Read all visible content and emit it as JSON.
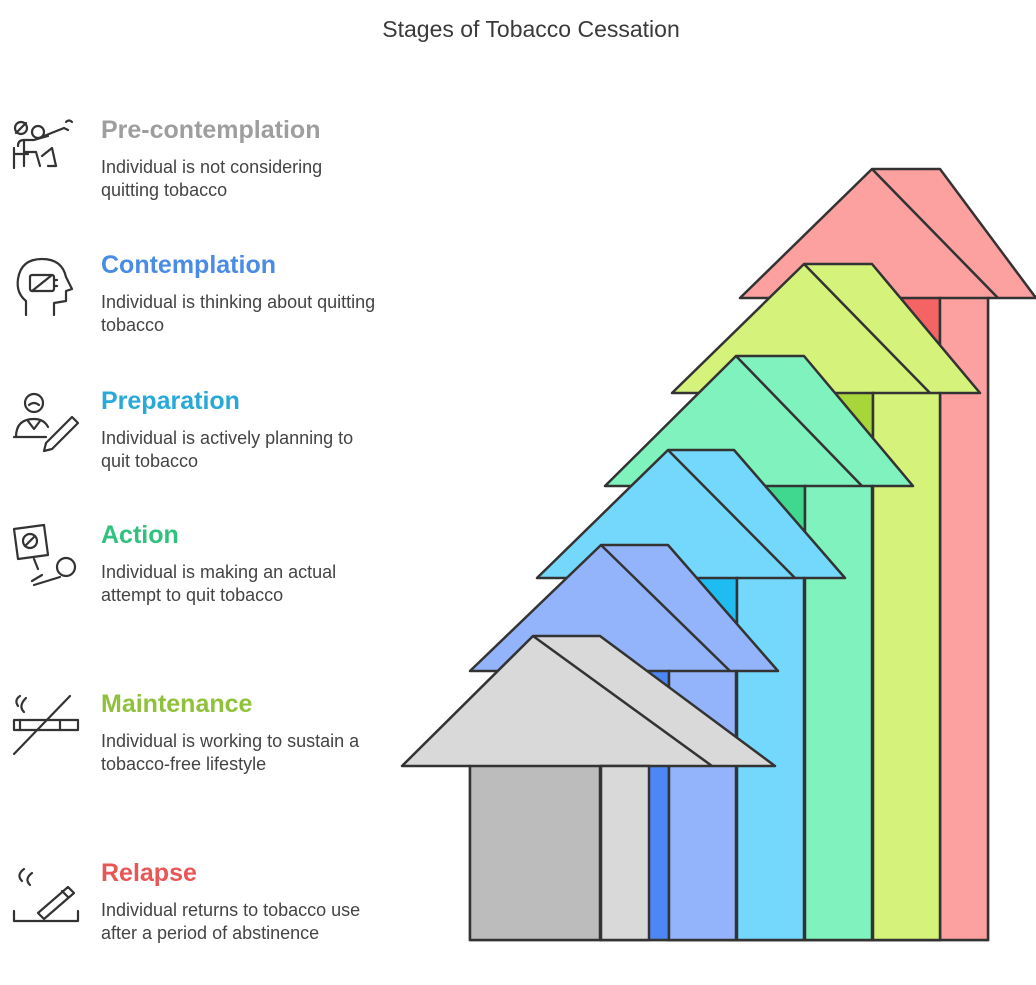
{
  "title": "Stages of Tobacco Cessation",
  "stages": [
    {
      "name": "Pre-contemplation",
      "description": "Individual is not considering quitting tobacco",
      "color": "#9e9e9e",
      "icon": "person-smoking-icon"
    },
    {
      "name": "Contemplation",
      "description": "Individual is thinking about quitting tobacco",
      "color": "#4a8be6",
      "icon": "head-thinking-no-smoking-icon"
    },
    {
      "name": "Preparation",
      "description": "Individual is actively planning to quit tobacco",
      "color": "#29a9d8",
      "icon": "person-planning-pencil-icon"
    },
    {
      "name": "Action",
      "description": "Individual is making an actual attempt to quit tobacco",
      "color": "#2ec27e",
      "icon": "no-smoking-sign-icon"
    },
    {
      "name": "Maintenance",
      "description": "Individual is working to sustain a tobacco-free lifestyle",
      "color": "#8fc13a",
      "icon": "crossed-cigarette-icon"
    },
    {
      "name": "Relapse",
      "description": "Individual returns to tobacco use after a period of abstinence",
      "color": "#e85656",
      "icon": "cigarette-ashtray-icon"
    }
  ],
  "arrow_colors": [
    {
      "light": "#d9d9d9",
      "dark": "#bcbcbc"
    },
    {
      "light": "#93b4fb",
      "dark": "#4d86f5"
    },
    {
      "light": "#74d8fd",
      "dark": "#1fbcf2"
    },
    {
      "light": "#7ff2be",
      "dark": "#3fd88e"
    },
    {
      "light": "#d5f37a",
      "dark": "#a6d63a"
    },
    {
      "light": "#fca0a0",
      "dark": "#f56464"
    }
  ]
}
